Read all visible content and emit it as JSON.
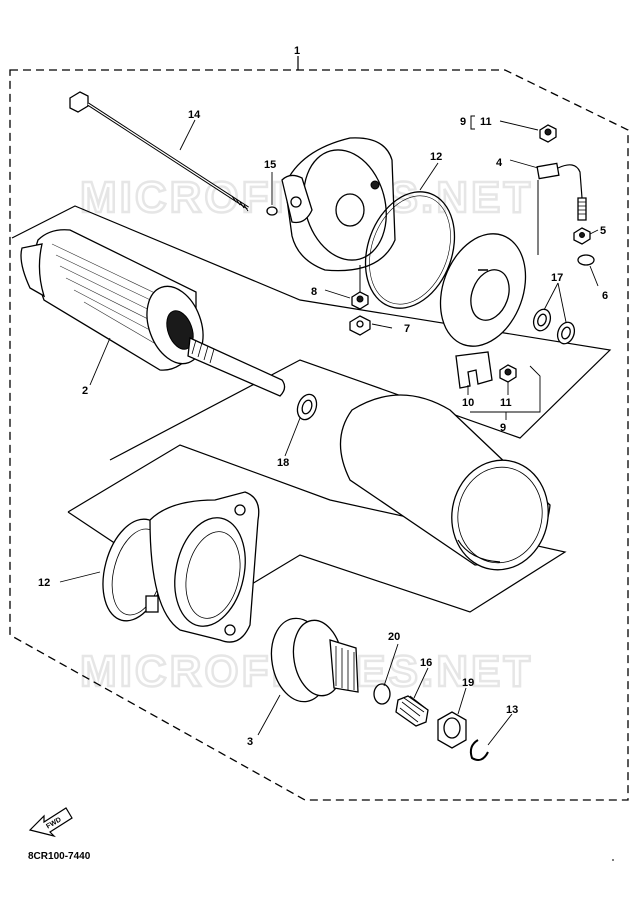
{
  "watermark": [
    "MICROFICHES.NET",
    "MICROFICHES.NET"
  ],
  "fwd_label": "FWD",
  "reference_code": "8CR100-7440",
  "callouts": {
    "c1": "1",
    "c2": "2",
    "c3": "3",
    "c4": "4",
    "c5": "5",
    "c6": "6",
    "c7": "7",
    "c8": "8",
    "c9a": "9",
    "c11a": "11",
    "c9b": "9",
    "c10": "10",
    "c11b": "11",
    "c12a": "12",
    "c12b": "12",
    "c13": "13",
    "c14": "14",
    "c15": "15",
    "c16": "16",
    "c17": "17",
    "c18": "18",
    "c19": "19",
    "c20": "20"
  }
}
